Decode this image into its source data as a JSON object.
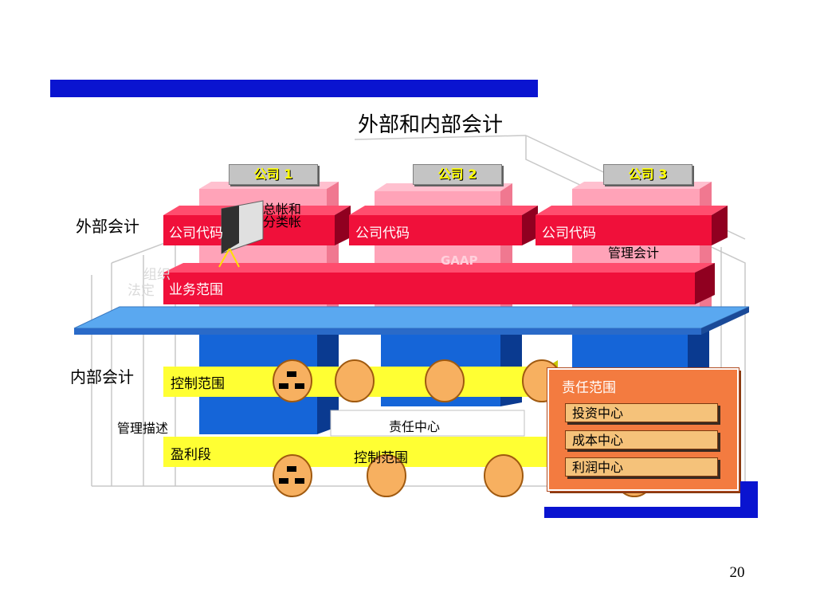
{
  "title": "外部和内部会计",
  "companies": [
    "公司 1",
    "公司  2",
    "公司  3"
  ],
  "labels": {
    "external": "外部会计",
    "internal": "内部会计",
    "management_desc": "管理描述",
    "management_accounting": "管理会计",
    "general_ledger_line1": "总帐和",
    "general_ledger_line2": "分类帐",
    "gaap": "GAAP",
    "faint_org": "组织",
    "faint_legal": "法定"
  },
  "bars": {
    "company_code": "公司代码",
    "business_area": "业务范围",
    "controlling_area": "控制范围",
    "profit_segment": "盈利段",
    "responsibility_center": "责任中心",
    "controlling_area_lower": "控制范围"
  },
  "responsibility_panel": {
    "title": "责任范围",
    "items": [
      "投资中心",
      "成本中心",
      "利润中心"
    ]
  },
  "page_number": "20",
  "colors": {
    "accent_blue": "#0a14d0",
    "red": "#f0103a",
    "pink": "#ffa3b8",
    "yellow": "#ffff33",
    "blue_block": "#1565d8",
    "orange_panel": "#f37b40",
    "coin": "#f7b060"
  }
}
